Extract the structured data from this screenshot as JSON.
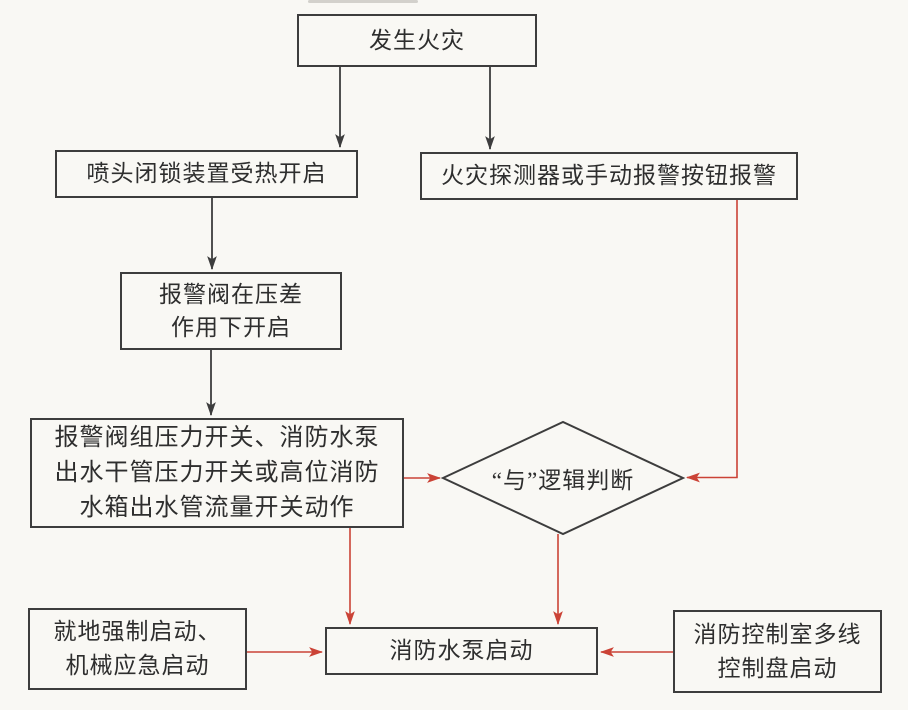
{
  "diagram": {
    "title_implicit": "自动喷水灭火系统消防水泵启动流程",
    "type": "flowchart",
    "background": "#f9f8f4",
    "colors": {
      "box_border": "#3d3d3d",
      "text": "#2e2e2e",
      "black_arrow": "#3d3d3d",
      "red_arrow": "#cb4336"
    },
    "nodes": {
      "fire": {
        "label": "发生火灾",
        "shape": "rect"
      },
      "sprinkler": {
        "label": "喷头闭锁装置受热开启",
        "shape": "rect"
      },
      "detector": {
        "label": "火灾探测器或手动报警按钮报警",
        "shape": "rect"
      },
      "valve": {
        "label": "报警阀在压差\n作用下开启",
        "shape": "rect"
      },
      "switches": {
        "label": "报警阀组压力开关、消防水泵\n出水干管压力开关或高位消防\n水箱出水管流量开关动作",
        "shape": "rect"
      },
      "and_logic": {
        "label": "“与”逻辑判断",
        "shape": "diamond"
      },
      "pump": {
        "label": "消防水泵启动",
        "shape": "rect"
      },
      "local_start": {
        "label": "就地强制启动、\n机械应急启动",
        "shape": "rect"
      },
      "panel_start": {
        "label": "消防控制室多线\n控制盘启动",
        "shape": "rect"
      }
    },
    "edges": [
      {
        "from": "fire",
        "to": "sprinkler",
        "color": "black"
      },
      {
        "from": "fire",
        "to": "detector",
        "color": "black"
      },
      {
        "from": "sprinkler",
        "to": "valve",
        "color": "black"
      },
      {
        "from": "valve",
        "to": "switches",
        "color": "black"
      },
      {
        "from": "switches",
        "to": "and_logic",
        "color": "red"
      },
      {
        "from": "detector",
        "to": "and_logic",
        "color": "red"
      },
      {
        "from": "and_logic",
        "to": "pump",
        "color": "red"
      },
      {
        "from": "switches",
        "to": "pump",
        "color": "red"
      },
      {
        "from": "local_start",
        "to": "pump",
        "color": "red"
      },
      {
        "from": "panel_start",
        "to": "pump",
        "color": "red"
      }
    ]
  }
}
